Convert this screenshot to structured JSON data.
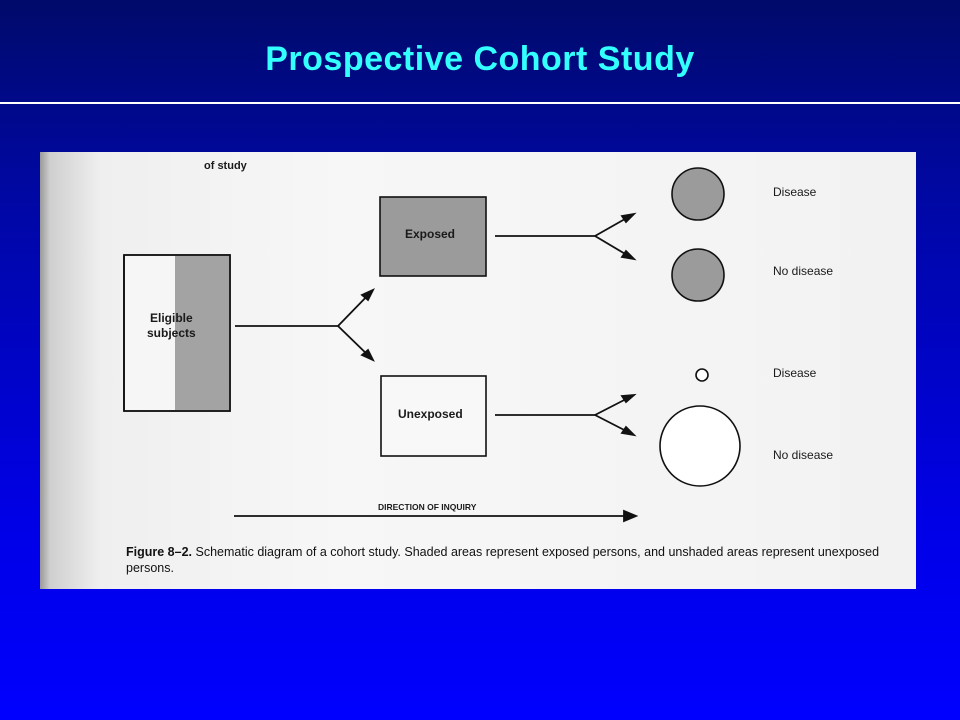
{
  "slide": {
    "title": "Prospective Cohort Study"
  },
  "diagram": {
    "top_fragment": "of study",
    "source_box": "Eligible\nsubjects",
    "exposed_box": "Exposed",
    "unexposed_box": "Unexposed",
    "outcomes": {
      "exposed_disease": "Disease",
      "exposed_no_disease": "No disease",
      "unexposed_disease": "Disease",
      "unexposed_no_disease": "No disease"
    },
    "direction_label": "DIRECTION OF INQUIRY",
    "caption_label": "Figure 8–2.",
    "caption_text": "Schematic diagram of a cohort study. Shaded areas represent exposed persons, and unshaded areas represent unexposed persons."
  },
  "colors": {
    "title": "#33ffff",
    "shade": "#9b9b9b",
    "background_top": "#000a6a",
    "background_bottom": "#0000ff"
  }
}
